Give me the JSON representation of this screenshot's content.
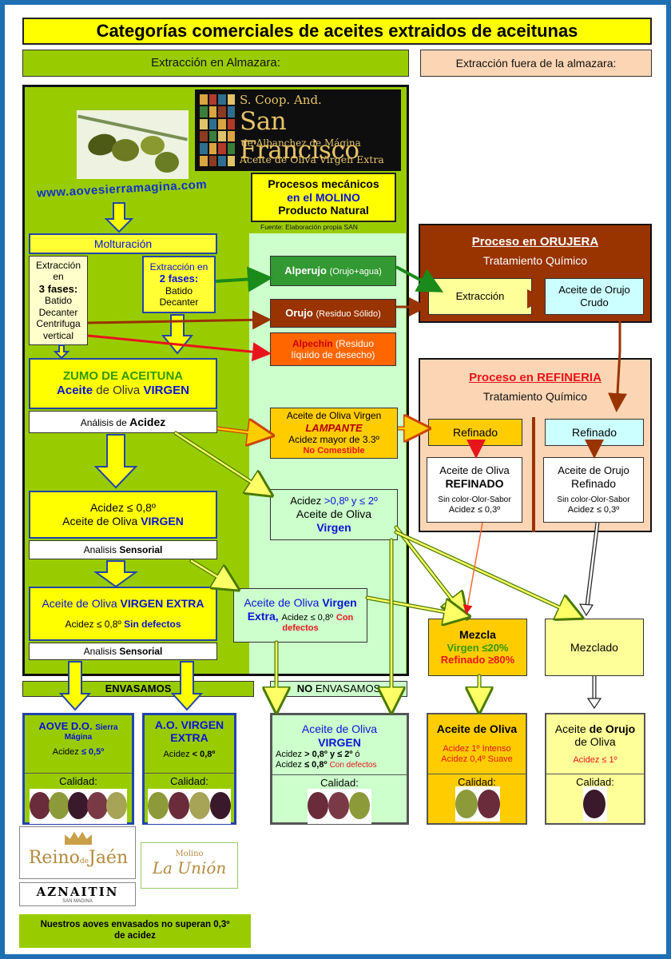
{
  "title": "Categorías comerciales de aceites extraidos de aceitunas",
  "header_left": "Extracción en Almazara:",
  "header_right": "Extracción fuera de la almazara:",
  "logo": {
    "line1": "S. Coop. And.",
    "line2": "San Francisco",
    "line3": "de Albanchez de Mágina",
    "line4": "Aceite de Oliva Virgen Extra"
  },
  "website": "www.aovesierramagina.com",
  "procesos": {
    "l1": "Procesos mecánicos",
    "l2": "en el MOLINO",
    "l3": "Producto Natural",
    "source": "Fuente: Elaboración propia SAN"
  },
  "molturacion": "Molturación",
  "tres_fases": {
    "l1": "Extracción en",
    "l2": "3 fases:",
    "l3": "Batido",
    "l4": "Decanter",
    "l5": "Centrifuga",
    "l6": "vertical"
  },
  "dos_fases": {
    "l1": "Extracción en",
    "l2": "2 fases:",
    "l3": "Batido",
    "l4": "Decanter"
  },
  "alperujo": {
    "name": "Alperujo",
    "note": "(Orujo+agua)"
  },
  "orujo": {
    "name": "Orujo",
    "note": "(Residuo Sólido)"
  },
  "alpechin": {
    "name": "Alpechín",
    "note": "(Residuo",
    "note2": "líquido de desecho)"
  },
  "zumo": {
    "l1": "ZUMO DE ACEITUNA",
    "l2a": "Aceite",
    "l2b": "de Oliva",
    "l2c": "VIRGEN"
  },
  "analisis_acidez": {
    "a": "Análisis de",
    "b": "Acidez"
  },
  "lampante": {
    "l1": "Aceite de Oliva Virgen",
    "l2": "LAMPANTE",
    "l3": "Acidez mayor de 3.3º",
    "l4": "No Comestible"
  },
  "acidez08": {
    "l1": "Acidez ≤ 0,8º",
    "l2a": "Aceite de Oliva",
    "l2b": "VIRGEN"
  },
  "sensorial1": {
    "a": "Analisis",
    "b": "Sensorial"
  },
  "virgen_mid": {
    "l1a": "Acidez",
    "l1b": ">0,8º y ≤ 2º",
    "l2": "Aceite de Oliva",
    "l3": "Virgen"
  },
  "extra": {
    "l1a": "Aceite de Oliva",
    "l1b": "VIRGEN EXTRA",
    "l2a": "Acidez ≤ 0,8º",
    "l2b": "Sin defectos"
  },
  "sensorial2": {
    "a": "Analisis",
    "b": "Sensorial"
  },
  "extra_def": {
    "l1a": "Aceite de Oliva",
    "l1b": "Virgen",
    "l2a": "Extra,",
    "l2b": "Acidez ≤ 0,8º",
    "l2c": "Con",
    "l3": "defectos"
  },
  "orujera": {
    "title": "Proceso en ORUJERA",
    "sub": "Tratamiento Químico",
    "extraccion": "Extracción",
    "crudo_l1": "Aceite de Orujo",
    "crudo_l2": "Crudo"
  },
  "refineria": {
    "title": "Proceso en REFINERIA",
    "sub": "Tratamiento Químico",
    "ref1": "Refinado",
    "ref2": "Refinado",
    "aor_l1": "Aceite de Oliva",
    "aor_l2": "REFINADO",
    "aor_l3": "Sin color-Olor-Sabor",
    "aor_l4": "Acidez ≤ 0,3º",
    "aorr_l1": "Aceite de Orujo",
    "aorr_l2": "Refinado",
    "aorr_l3": "Sin color-Olor-Sabor",
    "aorr_l4": "Acidez ≤ 0,3º"
  },
  "mezcla": {
    "l1": "Mezcla",
    "l2": "Virgen ≤20%",
    "l3": "Refinado ≥80%"
  },
  "mezclado": "Mezclado",
  "envasamos": "ENVASAMOS",
  "no_envasamos": {
    "a": "NO",
    "b": "ENVASAMOS"
  },
  "p1": {
    "l1a": "AOVE D.O.",
    "l1b": "Sierra",
    "l2": "Mágina",
    "l3a": "Acidez",
    "l3b": "≤ 0,5º",
    "q": "Calidad:"
  },
  "p2": {
    "l1": "A.O. VIRGEN",
    "l2": "EXTRA",
    "l3a": "Acidez",
    "l3b": "< 0,8º",
    "q": "Calidad:"
  },
  "p3": {
    "l1": "Aceite de Oliva",
    "l2": "VIRGEN",
    "l3a": "Acidez",
    "l3b": "> 0,8º y ≤ 2º",
    "l3c": "ó",
    "l4a": "Acidez",
    "l4b": "≤ 0,8º",
    "l4c": "Con defectos",
    "q": "Calidad:"
  },
  "p4": {
    "l1": "Aceite de Oliva",
    "l2": "Acidez 1º Intenso",
    "l3": "Acidez 0,4º Suave",
    "q": "Calidad:"
  },
  "p5": {
    "l1a": "Aceite",
    "l1b": "de Orujo",
    "l2": "de Oliva",
    "l3": "Acidez ≤ 1º",
    "q": "Calidad:"
  },
  "brands": {
    "reino_a": "Reino",
    "reino_b": "Jaén",
    "reino_c": "de",
    "aznaitin": "AZNAITIN",
    "aznaitin_sub": "SAN MAGINA",
    "molino_a": "Molino",
    "molino_b": "La Unión"
  },
  "footer": {
    "l1": "Nuestros aoves envasados no superan 0,3º",
    "l2": "de acidez"
  }
}
